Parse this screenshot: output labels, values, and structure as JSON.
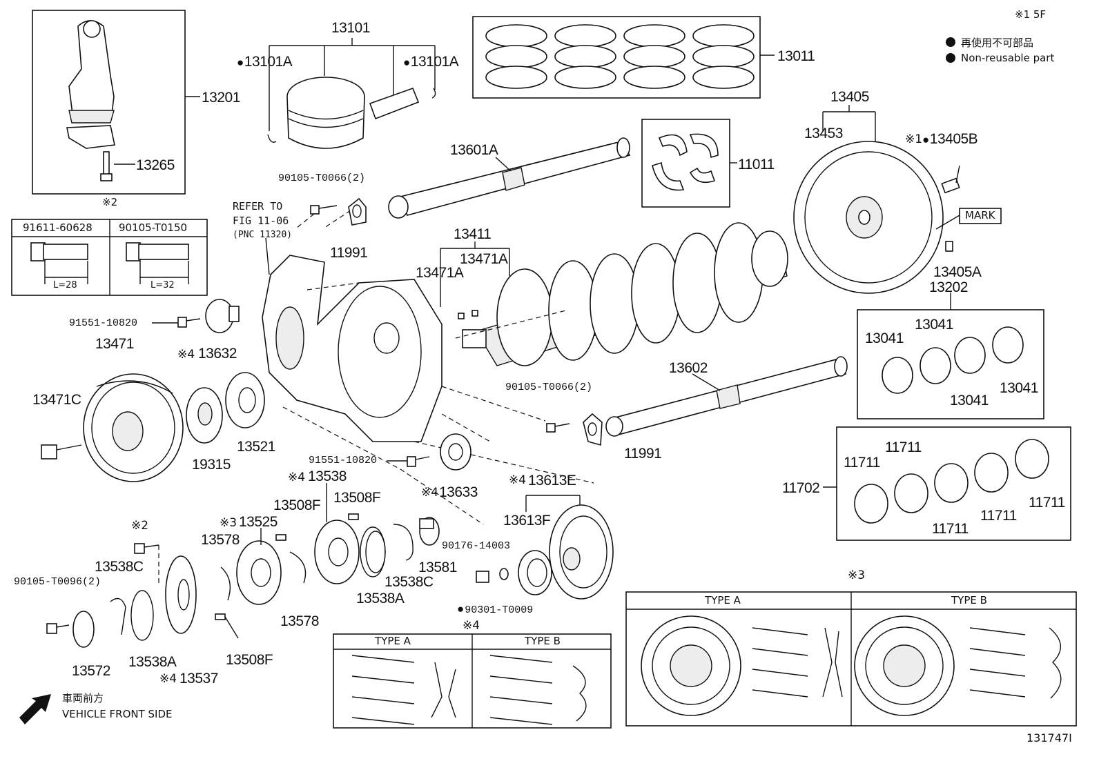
{
  "sheet": {
    "note": "※1 5F",
    "number": "131747I"
  },
  "legend": {
    "jp": "再使用不可部品",
    "en": "Non-reusable part"
  },
  "front": {
    "jp": "車両前方",
    "en": "VEHICLE FRONT SIDE"
  },
  "refer": {
    "line1": "REFER TO",
    "line2": "FIG 11-06",
    "line3": "(PNC 11320)"
  },
  "bolt_table": {
    "note": "※2",
    "col1": {
      "part": "91611-60628",
      "length": "L=28"
    },
    "col2": {
      "part": "90105-T0150",
      "length": "L=32"
    }
  },
  "type_box_4": {
    "note": "※4",
    "type_a": "TYPE A",
    "type_b": "TYPE B"
  },
  "type_box_3": {
    "note": "※3",
    "type_a": "TYPE A",
    "type_b": "TYPE B"
  },
  "mark_label": "MARK",
  "parts": {
    "p13101": "13101",
    "p13101A_l": "13101A",
    "p13101A_r": "13101A",
    "p13011": "13011",
    "p13201": "13201",
    "p13265": "13265",
    "p13601A": "13601A",
    "p11011": "11011",
    "p13405": "13405",
    "p13453": "13453",
    "p13405B": "13405B",
    "p13405B_note": "※1",
    "p90105_T0066_top": "90105-T0066(2)",
    "p11991_top": "11991",
    "p13411": "13411",
    "p13471A_a": "13471A",
    "p13471A_b": "13471A",
    "p13405A": "13405A",
    "p13202": "13202",
    "p91551_a": "91551-10820",
    "p13471": "13471",
    "p13632": "13632",
    "p13632_note": "※4",
    "p13041_a": "13041",
    "p13041_b": "13041",
    "p13041_c": "13041",
    "p13041_d": "13041",
    "p13602": "13602",
    "p90105_T0066_mid": "90105-T0066(2)",
    "p13471C": "13471C",
    "p13521": "13521",
    "p19315": "19315",
    "p11991_mid": "11991",
    "p91551_b": "91551-10820",
    "p13538": "13538",
    "p13538_note": "※4",
    "p13633": "13633",
    "p13633_note": "※4",
    "p13613E": "13613E",
    "p13613E_note": "※4",
    "p11711_a": "11711",
    "p11711_b": "11711",
    "p11711_c": "11711",
    "p11711_d": "11711",
    "p11711_e": "11711",
    "p11702": "11702",
    "p13508F_a": "13508F",
    "p13508F_b": "13508F",
    "p13508F_c": "13508F",
    "p13525": "13525",
    "p13525_note": "※3",
    "p13578_a": "13578",
    "p13578_b": "13578",
    "p13613F": "13613F",
    "p90176": "90176-14003",
    "p13581": "13581",
    "p13538C_a": "13538C",
    "p13538C_b": "13538C",
    "p13538A_a": "13538A",
    "p13538A_b": "13538A",
    "p90105_T0096": "90105-T0096(2)",
    "p90301": "90301-T0009",
    "p13572": "13572",
    "p13537": "13537",
    "p13537_note": "※4",
    "note2_bolt": "※2"
  }
}
